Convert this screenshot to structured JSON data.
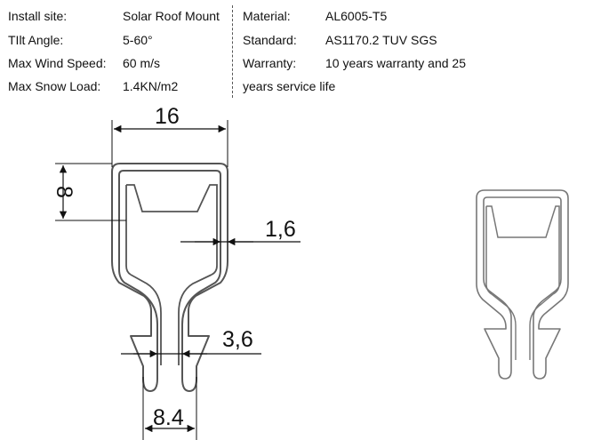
{
  "specs": {
    "left": [
      {
        "label": "Install site:",
        "value": "Solar Roof Mount"
      },
      {
        "label": "TIlt Angle:",
        "value": "5-60°"
      },
      {
        "label": "Max Wind Speed:",
        "value": "60 m/s"
      },
      {
        "label": "Max Snow Load:",
        "value": "1.4KN/m2"
      }
    ],
    "right": [
      {
        "label": "Material:",
        "value": "AL6005-T5"
      },
      {
        "label": "Standard:",
        "value": "AS1170.2 TUV SGS"
      },
      {
        "label": "Warranty:",
        "value": "10 years warranty and 25"
      }
    ],
    "warranty_continuation": "years service life"
  },
  "dimensions": {
    "width": "16",
    "height": "8",
    "wall_thickness": "1,6",
    "tip_spacing": "3,6",
    "bottom_width": "8.4"
  },
  "colors": {
    "profile_stroke": "#555555",
    "preview_stroke": "#777777",
    "dimension_line": "#111111"
  }
}
